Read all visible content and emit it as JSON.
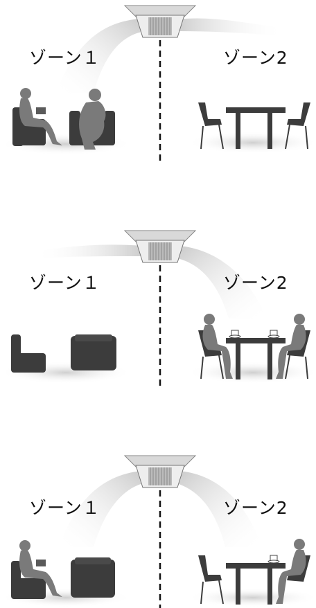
{
  "panels": [
    {
      "zone1_label": "ゾーン１",
      "zone2_label": "ゾーン2",
      "airflow": "zone1",
      "zone1_people": 2,
      "zone2_people": 0
    },
    {
      "zone1_label": "ゾーン１",
      "zone2_label": "ゾーン2",
      "airflow": "zone2",
      "zone1_people": 0,
      "zone2_people": 2
    },
    {
      "zone1_label": "ゾーン１",
      "zone2_label": "ゾーン2",
      "airflow": "both",
      "zone1_people": 1,
      "zone2_people": 1
    }
  ],
  "colors": {
    "furniture": "#3c3c3c",
    "person": "#7a7a7a",
    "airflow": "#cccccc",
    "shadow": "#d6d6d6"
  }
}
